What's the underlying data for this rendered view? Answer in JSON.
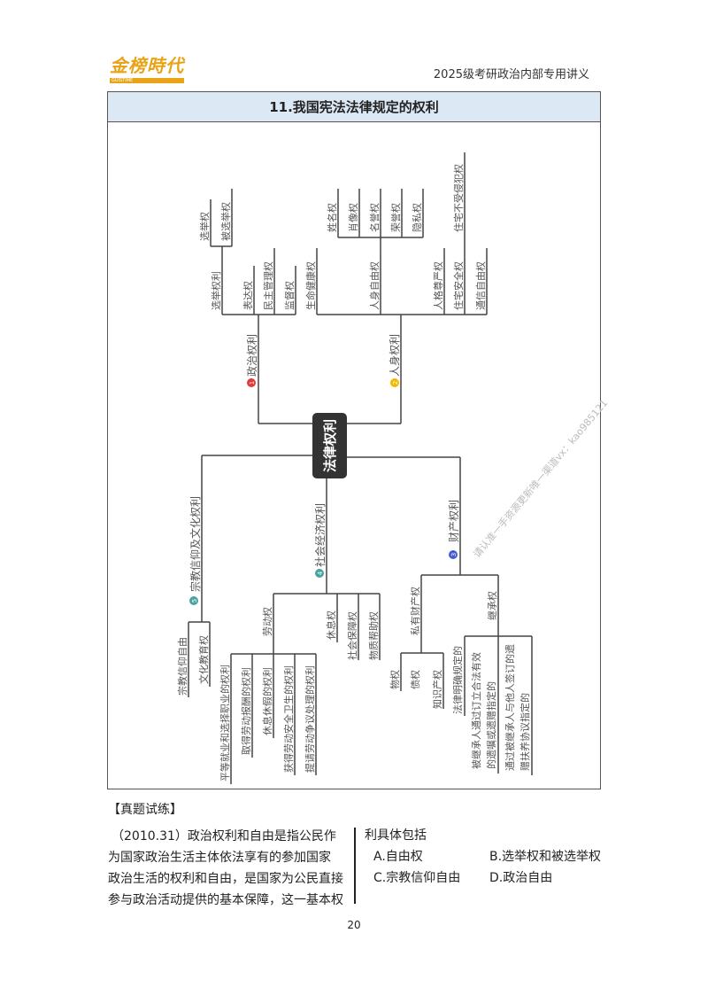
{
  "header": {
    "logo_text": "金榜時代",
    "logo_sub": "GUISTIME",
    "subtitle": "2025级考研政治内部专用讲义",
    "logo_color": "#e8a317"
  },
  "title": "11.我国宪法法律规定的权利",
  "mindmap": {
    "center": "法律权利",
    "watermark": "请认准一手资源更新唯一渠道vx：kao985121",
    "political": {
      "num": "1",
      "color": "#e53935",
      "label": "政治权利",
      "election": "选举权利",
      "vote": "选举权",
      "be_elected": "被选举权",
      "expression": "表达权",
      "democratic_management": "民主管理权",
      "supervision": "监督权"
    },
    "personal": {
      "num": "2",
      "color": "#f5b800",
      "label": "人身权利",
      "life_health": "生命健康权",
      "personal_freedom": "人身自由权",
      "name": "姓名权",
      "portrait": "肖像权",
      "reputation": "名誉权",
      "honor": "荣誉权",
      "privacy": "隐私权",
      "dignity": "人格尊严权",
      "residence_safety": "住宅安全权",
      "residence_inviolable": "住宅不受侵犯权",
      "correspondence": "通信自由权"
    },
    "property": {
      "num": "3",
      "color": "#4a5bd6",
      "label": "财产权利",
      "private_property": "私有财产权",
      "real_right": "物权",
      "creditor": "债权",
      "ip": "知识产权",
      "inheritance": "继承权",
      "statutory": "法律明确规定的",
      "will_1": "被继承人通过订立合法有效",
      "will_2": "的遗嘱或遗赠指定的",
      "agreement_1": "通过被继承人与他人签订的遗",
      "agreement_2": "赠扶养协议指定的"
    },
    "social": {
      "num": "4",
      "color": "#4aa3a0",
      "label": "社会经济权利",
      "labor": "劳动权",
      "rest": "休息权",
      "social_security": "社会保障权",
      "material_aid": "物质帮助权",
      "employment": "平等就业和选择职业的权利",
      "remuneration": "取得劳动报酬的权利",
      "vacation": "休息休假的权利",
      "safety": "获得劳动安全卫生的权利",
      "dispute": "提请劳动争议处理的权利"
    },
    "religion": {
      "num": "5",
      "color": "#4aa3a0",
      "label": "宗教信仰及文化权利",
      "belief": "宗教信仰自由",
      "education": "文化教育权"
    }
  },
  "exercise": {
    "heading": "【真题试练】",
    "question_lines": [
      "（2010.31）政治权利和自由是指公民作",
      "为国家政治生活主体依法享有的参加国家",
      "政治生活的权利和自由，是国家为公民直接",
      "参与政治活动提供的基本保障，这一基本权"
    ],
    "question_cont": "利具体包括",
    "options": {
      "a": "A.自由权",
      "b": "B.选举权和被选举权",
      "c": "C.宗教信仰自由",
      "d": "D.政治自由"
    }
  },
  "page_number": "20"
}
